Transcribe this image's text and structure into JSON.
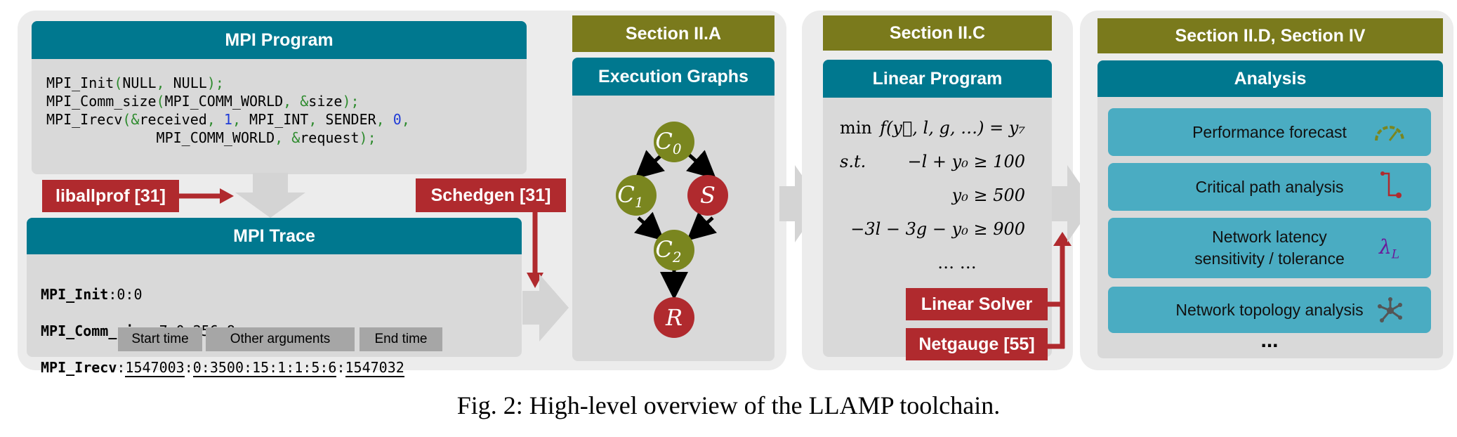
{
  "program_box": {
    "title": "MPI Program",
    "code": [
      [
        {
          "t": "MPI_Init"
        },
        {
          "t": "(",
          "c": "g"
        },
        {
          "t": "NULL"
        },
        {
          "t": ", ",
          "c": "g"
        },
        {
          "t": "NULL"
        },
        {
          "t": ");",
          "c": "g"
        }
      ],
      [
        {
          "t": "MPI_Comm_size"
        },
        {
          "t": "(",
          "c": "g"
        },
        {
          "t": "MPI_COMM_WORLD"
        },
        {
          "t": ", &",
          "c": "g"
        },
        {
          "t": "size"
        },
        {
          "t": ");",
          "c": "g"
        }
      ],
      [
        {
          "t": "MPI_Irecv"
        },
        {
          "t": "(&",
          "c": "g"
        },
        {
          "t": "received"
        },
        {
          "t": ", ",
          "c": "g"
        },
        {
          "t": "1",
          "c": "b"
        },
        {
          "t": ", ",
          "c": "g"
        },
        {
          "t": "MPI_INT"
        },
        {
          "t": ", ",
          "c": "g"
        },
        {
          "t": "SENDER"
        },
        {
          "t": ", ",
          "c": "g"
        },
        {
          "t": "0",
          "c": "b"
        },
        {
          "t": ",",
          "c": "g"
        }
      ],
      [
        {
          "t": "             "
        },
        {
          "t": "MPI_COMM_WORLD"
        },
        {
          "t": ", &",
          "c": "g"
        },
        {
          "t": "request"
        },
        {
          "t": ");",
          "c": "g"
        }
      ]
    ]
  },
  "liballprof_label": "liballprof [31]",
  "schedgen_label": "Schedgen [31]",
  "trace_box": {
    "title": "MPI Trace",
    "line1_fn": "MPI_Init",
    "line1_rest": ":0:0",
    "line2_fn": "MPI_Comm_size",
    "line2_rest": ":7:0:256:8",
    "line3_fn": "MPI_Irecv",
    "line3_start": "1547003",
    "line3_args": "0:3500:15:1:1:5:6",
    "line3_end": "1547032",
    "sep": ":",
    "tag_start": "Start time",
    "tag_other": "Other arguments",
    "tag_end": "End time"
  },
  "section_a": "Section II.A",
  "exec_graphs": {
    "title": "Execution Graphs",
    "nodes": {
      "c0": "C",
      "c0_sub": "0",
      "c1": "C",
      "c1_sub": "1",
      "s": "S",
      "c2": "C",
      "c2_sub": "2",
      "r": "R"
    }
  },
  "section_c": "Section II.C",
  "linear_program": {
    "title": "Linear Program",
    "lines": [
      {
        "left": "min",
        "right": "f(y⃗, l, g, …) = y₇"
      },
      {
        "left": "s.t.",
        "right": "−l + y₀ ≥ 100"
      },
      {
        "left": "",
        "right": "y₀ ≥ 500"
      },
      {
        "left": "",
        "right": "−3l − 3g − y₀ ≥ 900"
      },
      {
        "left": "",
        "right": "… …"
      }
    ]
  },
  "linear_solver_label": "Linear Solver",
  "netgauge_label": "Netgauge [55]",
  "section_d": "Section II.D, Section IV",
  "analysis": {
    "title": "Analysis",
    "items": [
      {
        "label": "Performance forecast",
        "icon": "gauge-icon"
      },
      {
        "label": "Critical path analysis",
        "icon": "critical-path-icon"
      },
      {
        "label": "Network latency\nsensitivity / tolerance",
        "icon": "lambda-icon",
        "icon_text": "λ",
        "icon_sub": "L"
      },
      {
        "label": "Network topology analysis",
        "icon": "topology-icon"
      }
    ],
    "more": "..."
  },
  "caption": "Fig. 2: High-level overview of the LLAMP toolchain.",
  "colors": {
    "teal": "#00788f",
    "olive": "#7a7a1c",
    "red": "#b02a2e",
    "card": "#4aacc2",
    "node_olive": "#7a861f",
    "node_red": "#b02a2e",
    "panel": "#ececec",
    "box": "#d9d9d9"
  }
}
